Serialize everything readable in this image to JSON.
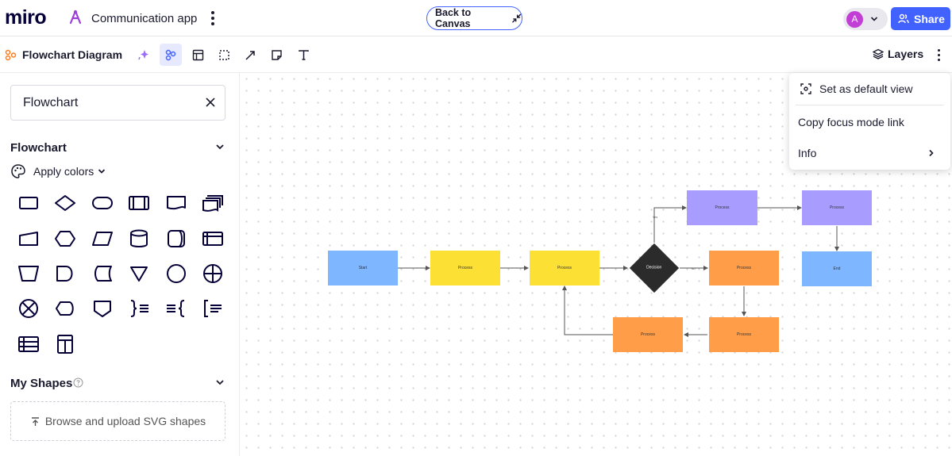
{
  "header": {
    "logo": "miro",
    "board_name": "Communication app",
    "back_to_canvas_label": "Back to Canvas",
    "avatar_initial": "A",
    "share_label": "Share",
    "colors": {
      "accent": "#4262ff",
      "avatar": "#c13fd4"
    }
  },
  "toolbar": {
    "title": "Flowchart Diagram",
    "tools": [
      "sparkle-icon",
      "diagram-icon",
      "template-icon",
      "frame-icon",
      "arrow-icon",
      "sticky-note-icon",
      "text-icon"
    ],
    "active_tool": "diagram-icon",
    "layers_label": "Layers"
  },
  "sidebar": {
    "search_value": "Flowchart",
    "section_title": "Flowchart",
    "apply_colors_label": "Apply colors",
    "shapes": [
      "rectangle",
      "diamond",
      "terminator",
      "predefined-process",
      "document",
      "multiple-documents",
      "manual-input",
      "hexagon",
      "parallelogram",
      "database",
      "direct-access-storage",
      "internal-storage",
      "manual-operation",
      "delay",
      "stored-data",
      "merge",
      "circle",
      "or-symbol",
      "summing-junction",
      "display",
      "off-page-connector",
      "brace-right",
      "brace-left",
      "bracket-annotation",
      "table-row",
      "table-column"
    ],
    "my_shapes_title": "My Shapes",
    "upload_label": "Browse and upload SVG shapes"
  },
  "menu": {
    "items": [
      "Set as default view",
      "Copy focus mode link",
      "Info"
    ]
  },
  "flowchart": {
    "nodes": [
      {
        "id": "start",
        "label": "Start",
        "color": "#7eb6ff"
      },
      {
        "id": "p1",
        "label": "Process",
        "color": "#fde034"
      },
      {
        "id": "p2",
        "label": "Process",
        "color": "#fde034"
      },
      {
        "id": "decision",
        "label": "Decision",
        "color": "#2b2b2b"
      },
      {
        "id": "p3",
        "label": "Process",
        "color": "#a89cff"
      },
      {
        "id": "p4",
        "label": "Process",
        "color": "#a89cff"
      },
      {
        "id": "end",
        "label": "End",
        "color": "#7eb6ff"
      },
      {
        "id": "p5",
        "label": "Process",
        "color": "#ff9d48"
      },
      {
        "id": "p6",
        "label": "Process",
        "color": "#ff9d48"
      },
      {
        "id": "p7",
        "label": "Process",
        "color": "#ff9d48"
      }
    ],
    "edge_labels": {
      "yes": "Yes",
      "no": "No"
    }
  }
}
